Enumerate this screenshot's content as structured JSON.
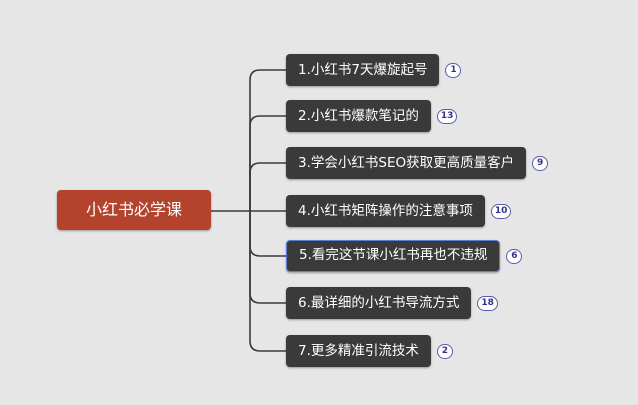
{
  "central_node": {
    "label": "小红书必学课"
  },
  "branches": [
    {
      "label": "1.小红书7天爆旋起号",
      "badge": "1"
    },
    {
      "label": "2.小红书爆款笔记的",
      "badge": "13"
    },
    {
      "label": "3.学会小红书SEO获取更高质量客户",
      "badge": "9"
    },
    {
      "label": "4.小红书矩阵操作的注意事项",
      "badge": "10"
    },
    {
      "label": "5.看完这节课小红书再也不违规",
      "badge": "6"
    },
    {
      "label": "6.最详细的小红书导流方式",
      "badge": "18"
    },
    {
      "label": "7.更多精准引流技术",
      "badge": "2"
    }
  ],
  "colors": {
    "background": "#e6e6e6",
    "central_node": "#b3432d",
    "branch_node": "#3a3a3a",
    "connector": "#3b3b3b",
    "badge_border": "#5a5ab4",
    "selected_border": "#5b7fd6"
  }
}
